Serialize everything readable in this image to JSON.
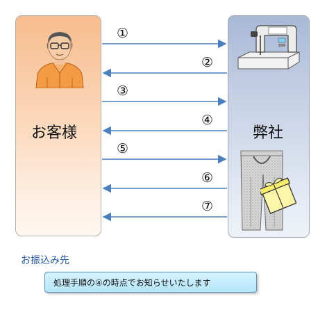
{
  "customer": {
    "label": "お客様",
    "icon": "customer-man-icon",
    "color_top": "#f7bc8e",
    "color_bottom": "#fff7ef"
  },
  "company": {
    "label": "弊社",
    "icons": [
      "sewing-machine-icon",
      "trousers-icon",
      "gift-box-icon"
    ],
    "color_top": "#a8b9d6",
    "color_bottom": "#eef2f8"
  },
  "arrow_color": "#4a7fc0",
  "steps": [
    {
      "label": "①",
      "direction": "to-company"
    },
    {
      "label": "②",
      "direction": "to-customer"
    },
    {
      "label": "③",
      "direction": "to-company"
    },
    {
      "label": "④",
      "direction": "to-customer"
    },
    {
      "label": "⑤",
      "direction": "to-company"
    },
    {
      "label": "⑥",
      "direction": "to-customer"
    },
    {
      "label": "⑦",
      "direction": "to-customer"
    }
  ],
  "payment": {
    "title": "お振込み先",
    "note": "処理手順の④の時点でお知らせいたします",
    "note_color": "#b5e6fb"
  }
}
